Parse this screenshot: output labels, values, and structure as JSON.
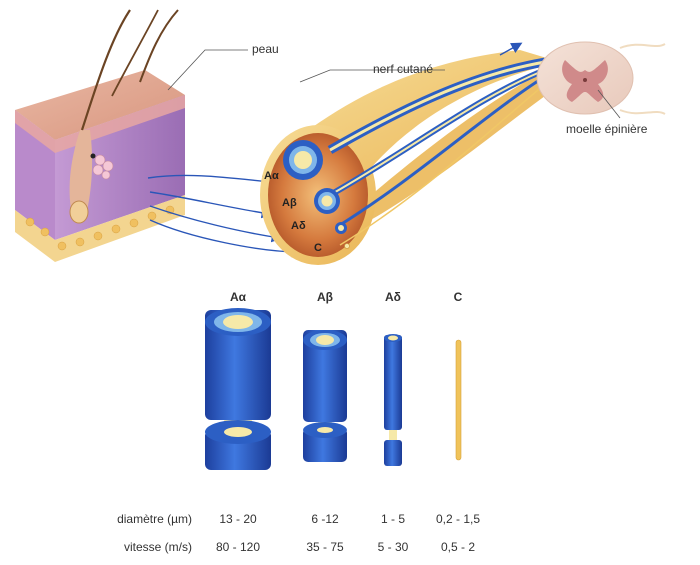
{
  "labels": {
    "peau": "peau",
    "nerf": "nerf cutané",
    "moelle": "moelle épinière"
  },
  "fibers": [
    "Aα",
    "Aβ",
    "Aδ",
    "C"
  ],
  "rows": {
    "diametre": {
      "label": "diamètre (µm)",
      "values": [
        "13 - 20",
        "6 -12",
        "1 - 5",
        "0,2 - 1,5"
      ]
    },
    "vitesse": {
      "label": "vitesse (m/s)",
      "values": [
        "80 - 120",
        "35 - 75",
        "5 - 30",
        "0,5 - 2"
      ]
    }
  },
  "colors": {
    "myelin_blue": "#2c5fc4",
    "axon_yellow": "#f6e9a8",
    "skin_purple": "#b58ac8",
    "nerve_sheath": "#f2c66b"
  }
}
